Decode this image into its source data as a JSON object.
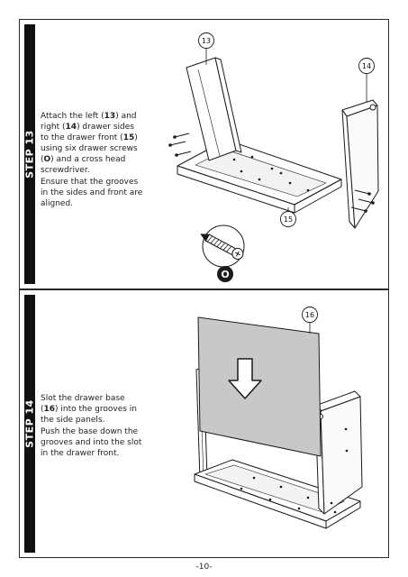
{
  "steps": [
    {
      "label": "STEP 13",
      "text": [
        {
          "t": "Attach the left ("
        },
        {
          "t": "13",
          "b": true
        },
        {
          "t": ") and right ("
        },
        {
          "t": "14",
          "b": true
        },
        {
          "t": ") drawer sides to the drawer front ("
        },
        {
          "t": "15",
          "b": true
        },
        {
          "t": ") using six drawer screws ("
        },
        {
          "t": "O",
          "b": true
        },
        {
          "t": ") and a cross head screwdriver."
        }
      ],
      "note": "Ensure that the grooves in the sides and front are aligned.",
      "callouts": {
        "left_side": "13",
        "right_side": "14",
        "front": "15",
        "screw": "O"
      }
    },
    {
      "label": "STEP 14",
      "text": [
        {
          "t": "Slot the drawer base ("
        },
        {
          "t": "16",
          "b": true
        },
        {
          "t": ") into the grooves in the side panels."
        }
      ],
      "note": "Push the base down the grooves and into the slot in the drawer front.",
      "callouts": {
        "base": "16"
      }
    }
  ],
  "page_number": "-10-",
  "colors": {
    "border": "#2a2a2a",
    "step_bar": "#111111",
    "base_panel": "#c8c8c8",
    "arrow": "#ffffff"
  }
}
